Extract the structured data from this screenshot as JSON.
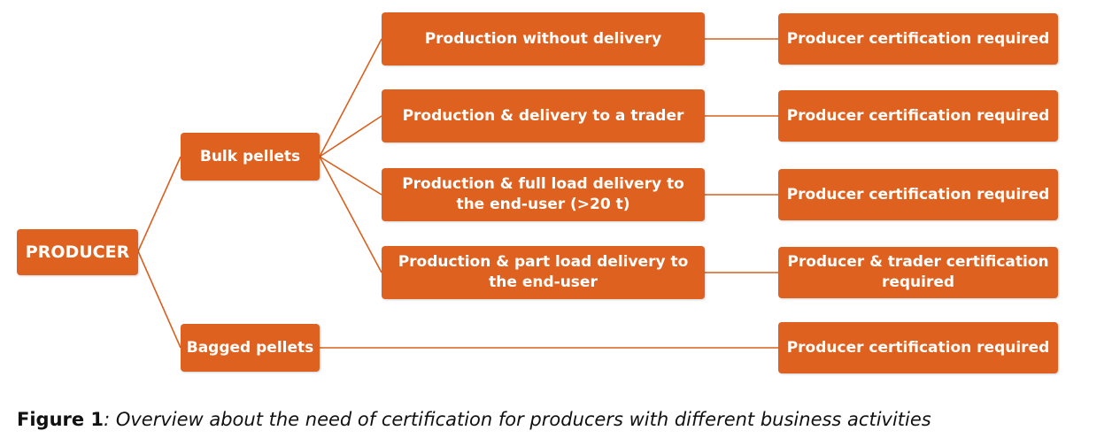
{
  "diagram": {
    "root": "PRODUCER",
    "branches": {
      "bulk": "Bulk pellets",
      "bagged": "Bagged pellets"
    },
    "activities": [
      {
        "label": "Production without delivery",
        "requirement": "Producer certification required"
      },
      {
        "label": "Production & delivery to a trader",
        "requirement": "Producer certification required"
      },
      {
        "label": "Production & full load delivery to the end-user (>20 t)",
        "requirement": "Producer certification required"
      },
      {
        "label": "Production & part load delivery to the end-user",
        "requirement": "Producer & trader certification required"
      }
    ],
    "bagged_requirement": "Producer certification required",
    "colors": {
      "box_fill": "#de6120",
      "connector": "#d9601f",
      "box_text": "#ffffff"
    }
  },
  "caption": {
    "label": "Figure 1",
    "text": ": Overview about the need of certification for producers with different business activities"
  }
}
